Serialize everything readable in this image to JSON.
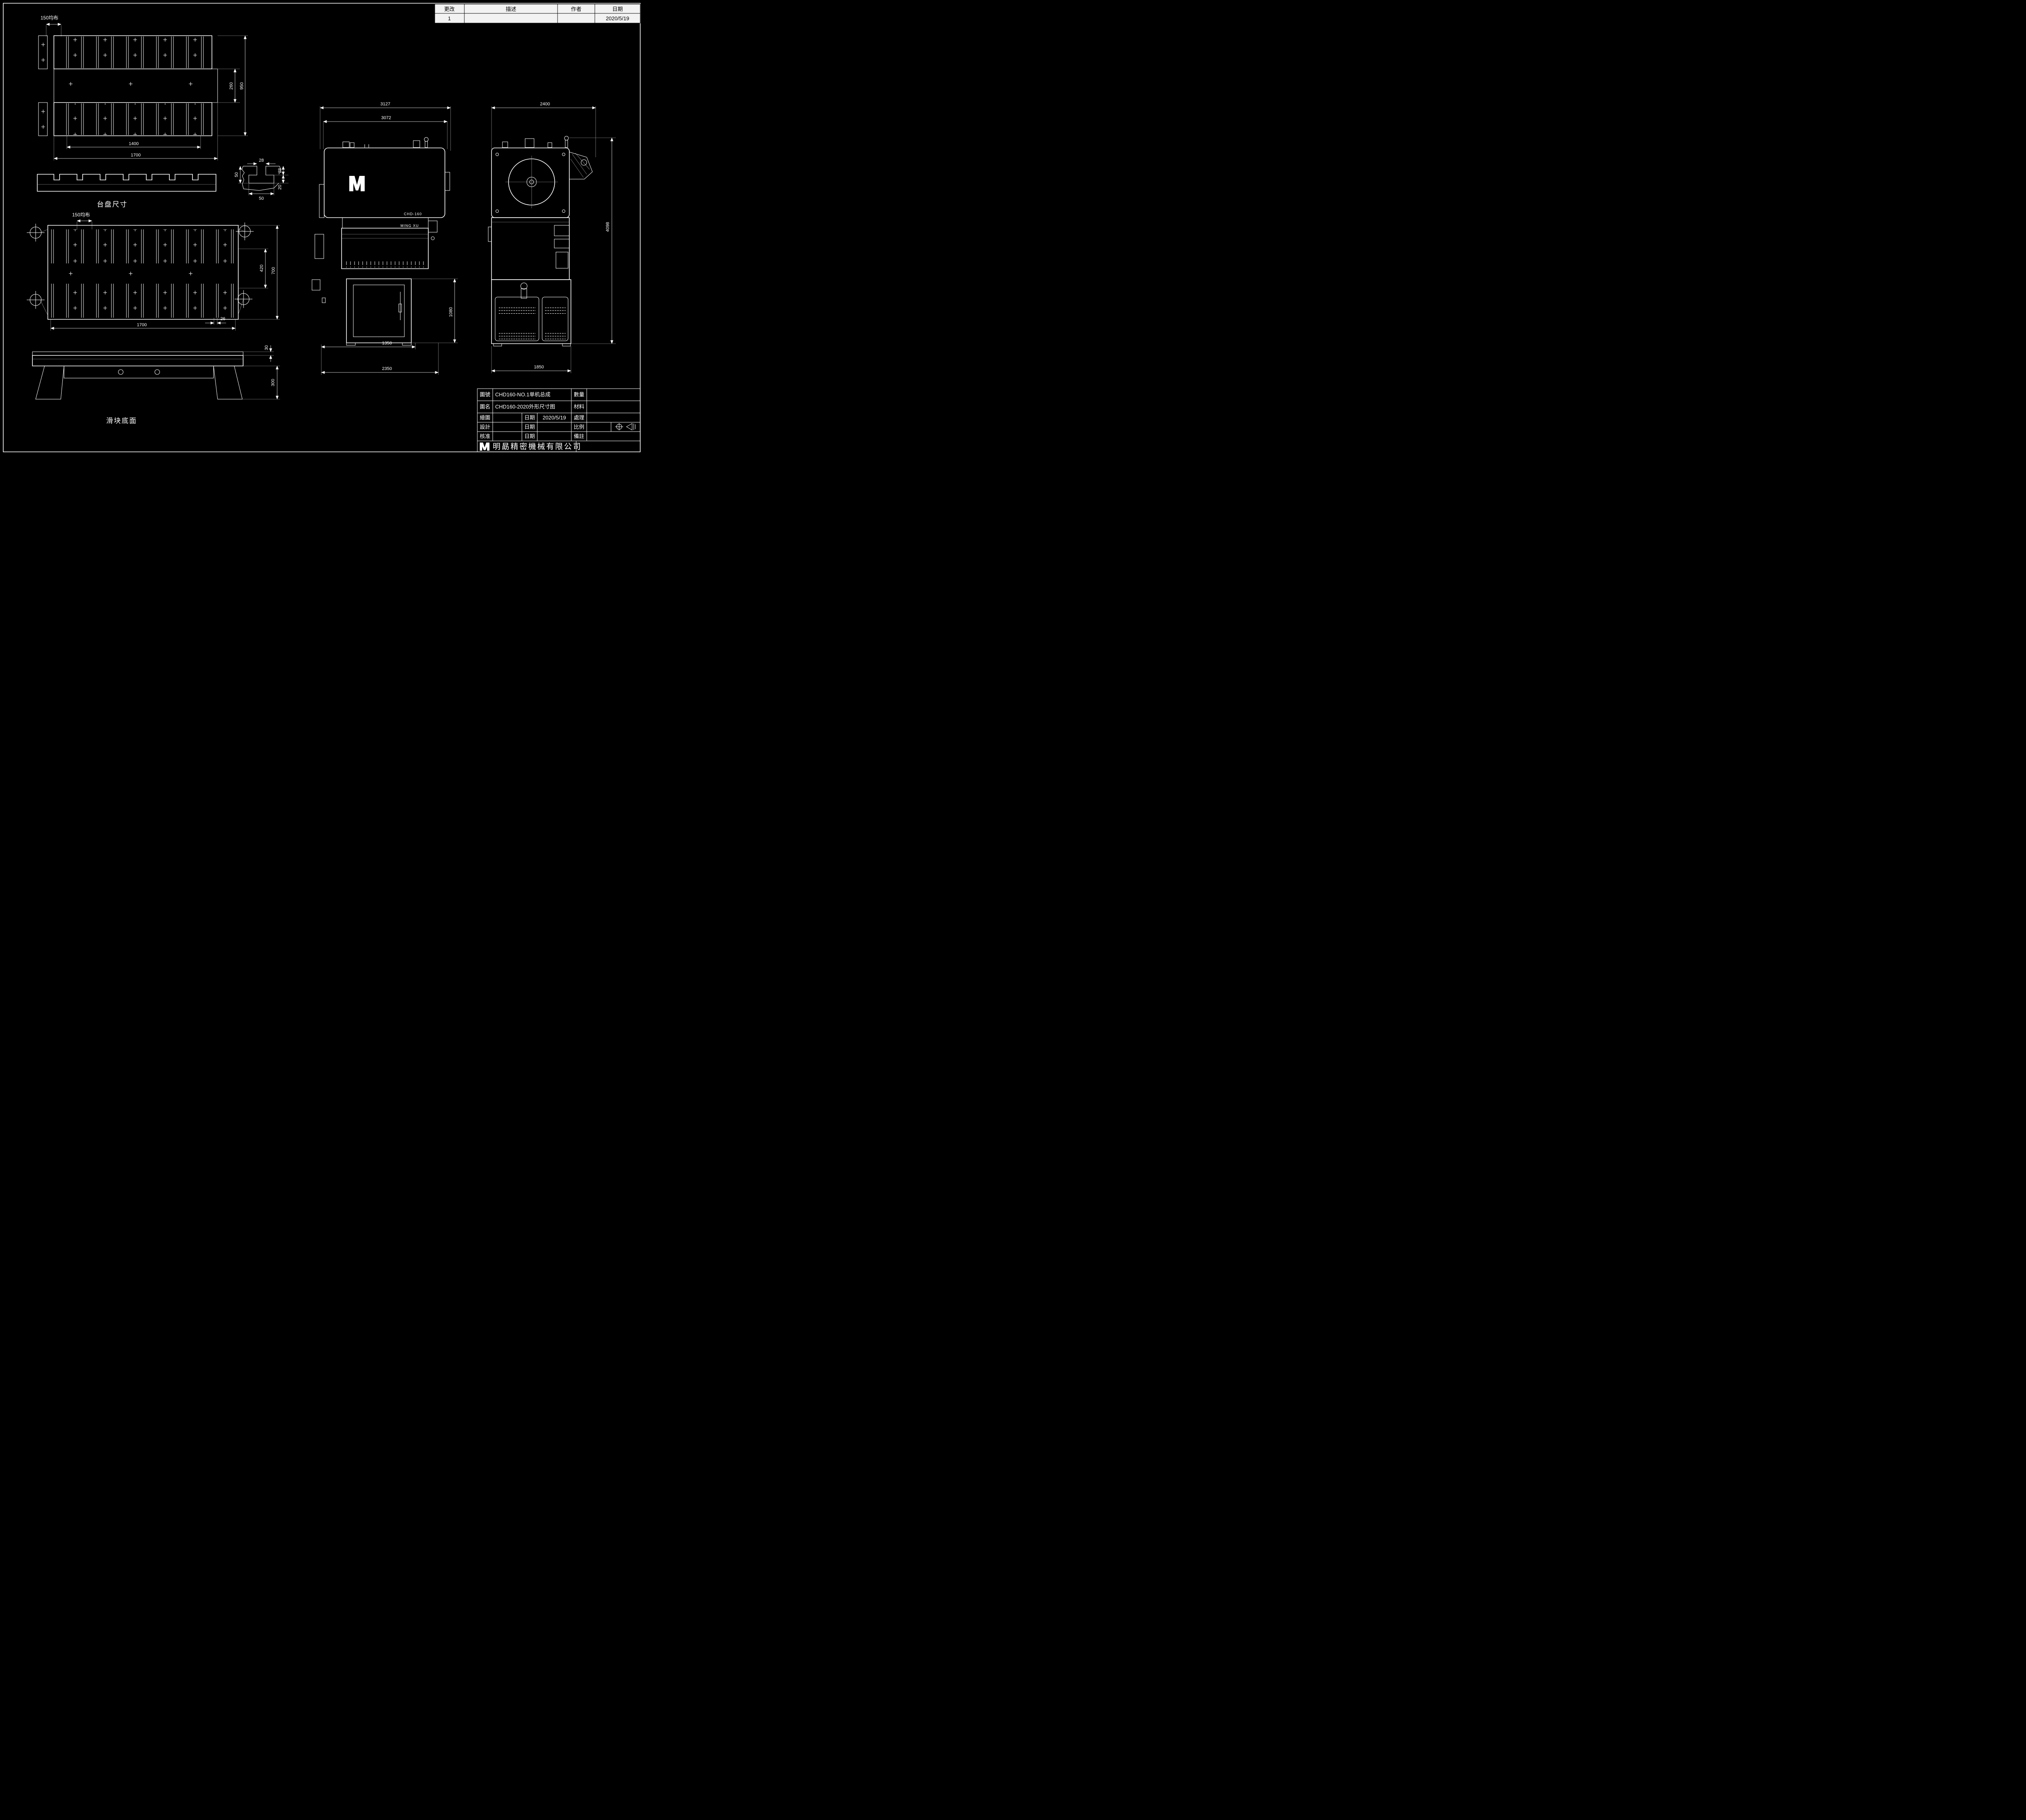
{
  "colors": {
    "background": "#000000",
    "line": "#ffffff",
    "table_fill": "#f2f2f2",
    "table_text": "#000000"
  },
  "revision_table": {
    "headers": [
      "更改",
      "描述",
      "作者",
      "日期"
    ],
    "row": {
      "rev": "1",
      "description": "",
      "author": "",
      "date": "2020/5/19"
    }
  },
  "views": {
    "bolster_top": {
      "label": "台盘尺寸",
      "spacing_note": "150均布",
      "dims": {
        "row_gap": "260",
        "overall_height": "950",
        "inner_width": "1400",
        "overall_width": "1700"
      },
      "tslot_detail": {
        "slot_width": "28",
        "upper_depth": "28",
        "lower_depth": "20",
        "total_depth": "50",
        "cavity_width": "50"
      }
    },
    "slide_bottom": {
      "label": "滑块底面",
      "spacing_note": "150均布",
      "dims": {
        "inner_height": "420",
        "overall_height": "700",
        "overall_width": "1700",
        "slot_width": "26",
        "plate_thickness": "30",
        "side_height": "300"
      }
    },
    "front": {
      "model": "CHD-160",
      "brand": "MING XU",
      "dims": {
        "overall_width": "3127",
        "body_width": "3072",
        "cabinet_height": "1080",
        "offset_width": "1350",
        "base_width": "2350"
      }
    },
    "side": {
      "dims": {
        "overall_width": "2400",
        "overall_height": "4098",
        "base_width": "1850"
      }
    }
  },
  "title_block": {
    "row1": {
      "label": "圖號",
      "value": "CHD160-NO.1单机总成",
      "label2": "數量",
      "value2": ""
    },
    "row2": {
      "label": "圖名",
      "value": "CHD160-2020外形尺寸图",
      "label2": "材料",
      "value2": ""
    },
    "row3": {
      "label": "繪圖",
      "value": "",
      "date_label": "日期",
      "date": "2020/5/19",
      "label2": "處理",
      "value2": ""
    },
    "row4": {
      "label": "設計",
      "value": "",
      "date_label": "日期",
      "date": "",
      "label2": "比例",
      "value2": ""
    },
    "row5": {
      "label": "核准",
      "value": "",
      "date_label": "日期",
      "date": "",
      "label2": "備註",
      "value2": ""
    },
    "company": "明勗精密機械有限公司"
  }
}
